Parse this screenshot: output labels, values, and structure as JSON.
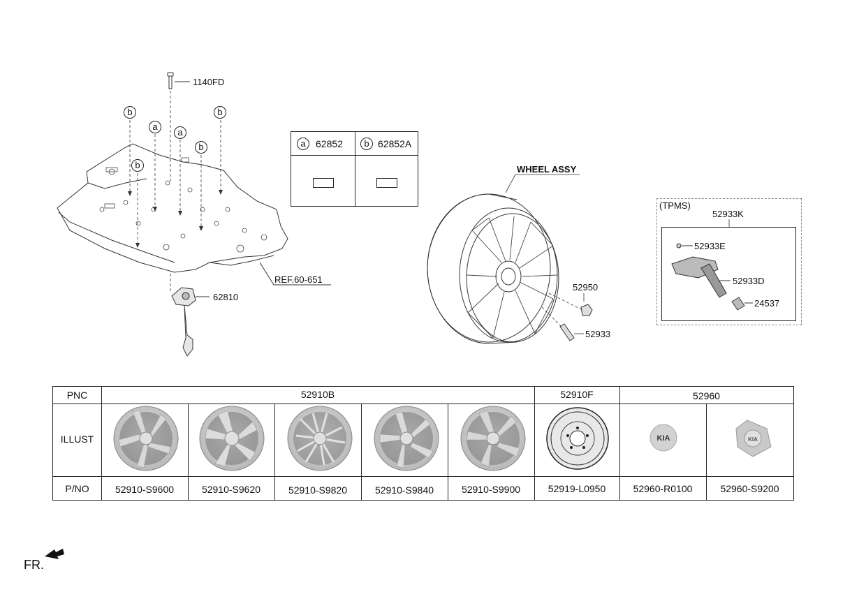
{
  "callouts": {
    "bolt": "1140FD",
    "winch": "62810",
    "ref": "REF.60-651",
    "wheel_assy": "WHEEL ASSY",
    "nut": "52950",
    "valve": "52933",
    "front": "FR."
  },
  "circle_markers": {
    "a": "a",
    "b": "b"
  },
  "key_table": {
    "a_part": "62852",
    "b_part": "62852A"
  },
  "tpms": {
    "title": "(TPMS)",
    "kit": "52933K",
    "screw": "52933E",
    "sensor": "52933D",
    "cap": "24537"
  },
  "parts_table": {
    "row_labels": [
      "PNC",
      "ILLUST",
      "P/NO"
    ],
    "groups": [
      "52910B",
      "52910F",
      "52960"
    ],
    "part_numbers": [
      "52910-S9600",
      "52910-S9620",
      "52910-S9820",
      "52910-S9840",
      "52910-S9900",
      "52919-L0950",
      "52960-R0100",
      "52960-S9200"
    ]
  },
  "colors": {
    "line": "#222222",
    "wheel_fill": "#d4d4d4",
    "wheel_dark": "#9a9a9a"
  }
}
